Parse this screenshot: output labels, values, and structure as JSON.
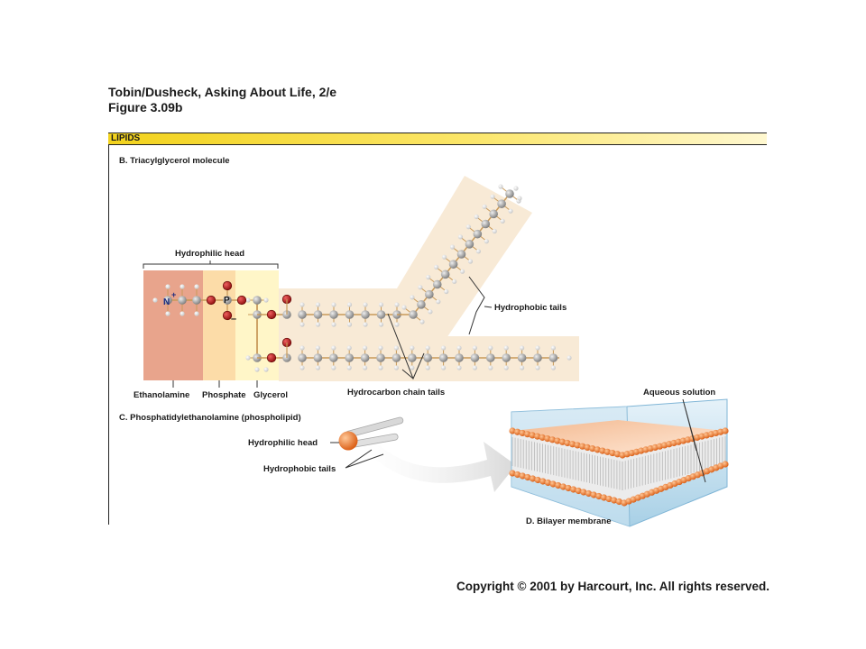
{
  "header": {
    "title": "Tobin/Dusheck, Asking About Life, 2/e",
    "figure": "Figure 3.09b"
  },
  "section": {
    "label": "LIPIDS"
  },
  "panel_b": {
    "title": "B. Triacylglycerol molecule",
    "hydrophilic_head": "Hydrophilic head",
    "hydrophobic_tails": "Hydrophobic tails",
    "ethanolamine": "Ethanolamine",
    "phosphate": "Phosphate",
    "glycerol": "Glycerol",
    "hydrocarbon_chain_tails": "Hydrocarbon chain tails",
    "atom_n": "N",
    "atom_p": "P",
    "atom_o": "O",
    "charge_plus": "+",
    "charge_minus": "–"
  },
  "panel_c": {
    "title": "C. Phosphatidylethanolamine (phospholipid)",
    "hydrophilic_head": "Hydrophilic head",
    "hydrophobic_tails": "Hydrophobic tails"
  },
  "panel_d": {
    "title": "D. Bilayer membrane",
    "aqueous_solution": "Aqueous solution"
  },
  "copyright": "Copyright © 2001 by Harcourt, Inc. All rights reserved.",
  "colors": {
    "ethanolamine_bg": "#e8a48c",
    "phosphate_bg": "#fcdca8",
    "glycerol_bg": "#fff6c8",
    "tail_bg": "#f8ead6",
    "carbon": "#9c9c9c",
    "hydrogen": "#e2e2e2",
    "oxygen": "#c01818",
    "bond": "#c89a5a",
    "head_orange": "#f0843a",
    "water_blue": "#cfe6f3"
  }
}
